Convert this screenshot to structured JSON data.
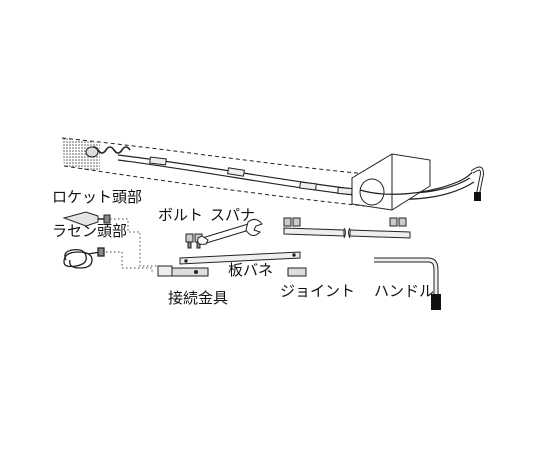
{
  "labels": {
    "rocket_head": "ロケット頭部",
    "spiral_head": "ラセン頭部",
    "bolt": "ボルト",
    "spanner": "スパナ",
    "leaf_spring": "板バネ",
    "connector": "接続金具",
    "joint": "ジョイント",
    "handle": "ハンドル"
  },
  "colors": {
    "line": "#222222",
    "part_fill": "#dddddd",
    "hatch": "#555555",
    "handle_grip": "#111111"
  }
}
